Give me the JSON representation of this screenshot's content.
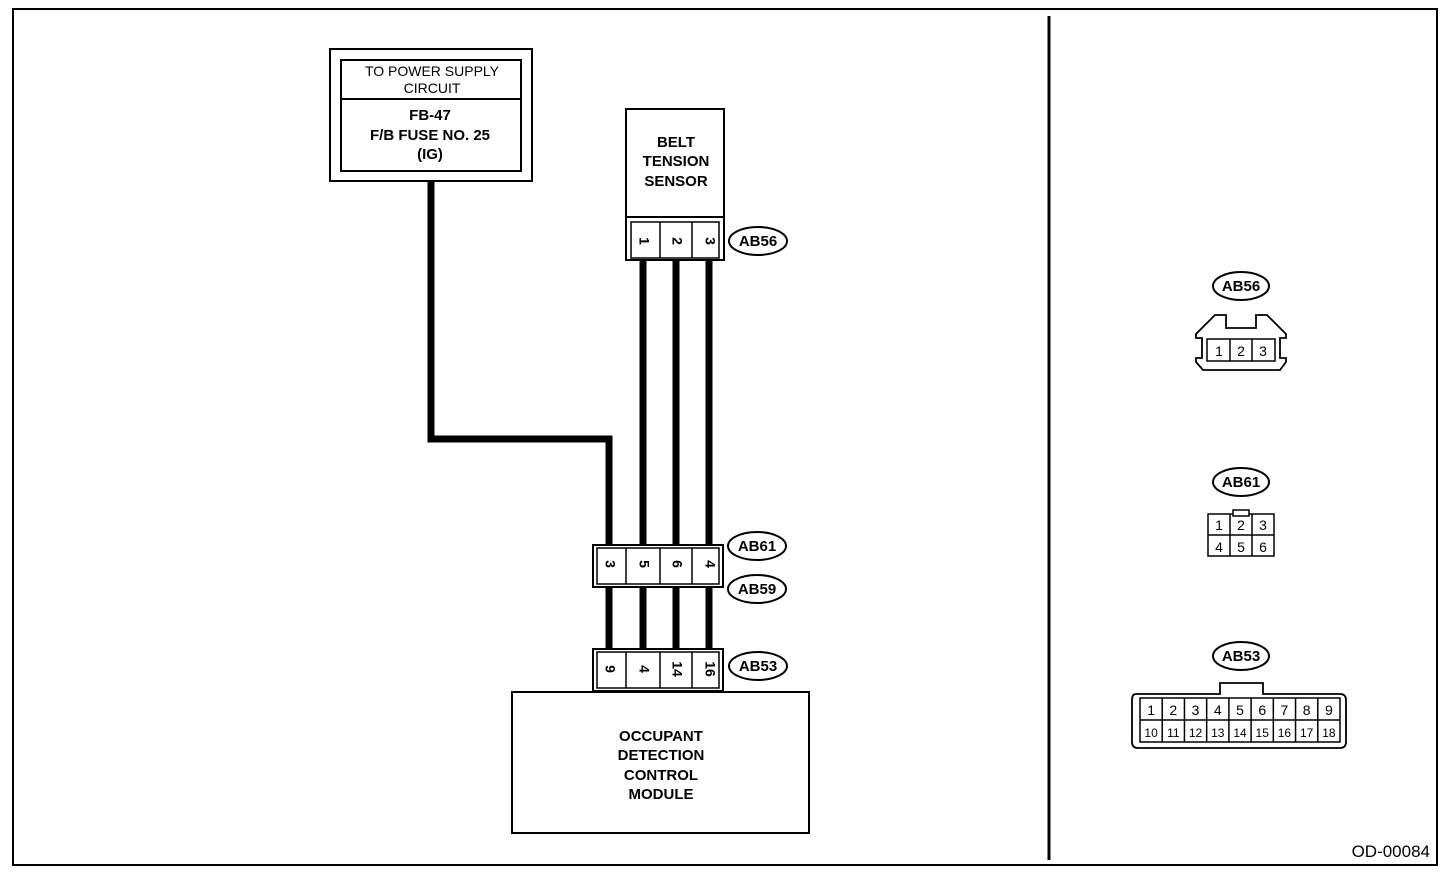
{
  "power_supply": {
    "header": "TO POWER SUPPLY CIRCUIT",
    "header_line1": "TO POWER SUPPLY",
    "header_line2": "CIRCUIT",
    "fuse_line1": "FB-47",
    "fuse_line2": "F/B FUSE NO. 25",
    "fuse_line3": "(IG)"
  },
  "sensor": {
    "line1": "BELT",
    "line2": "TENSION",
    "line3": "SENSOR",
    "connector": "AB56",
    "pins": [
      "1",
      "2",
      "3"
    ]
  },
  "junction": {
    "connector_top": "AB61",
    "connector_bottom": "AB59",
    "pins": [
      "3",
      "5",
      "6",
      "4"
    ]
  },
  "module": {
    "line1": "OCCUPANT",
    "line2": "DETECTION",
    "line3": "CONTROL",
    "line4": "MODULE",
    "connector": "AB53",
    "pins": [
      "9",
      "4",
      "14",
      "16"
    ]
  },
  "connector_views": {
    "ab56": {
      "label": "AB56",
      "pins": [
        "1",
        "2",
        "3"
      ]
    },
    "ab61": {
      "label": "AB61",
      "row1": [
        "1",
        "2",
        "3"
      ],
      "row2": [
        "4",
        "5",
        "6"
      ]
    },
    "ab53": {
      "label": "AB53",
      "row1": [
        "1",
        "2",
        "3",
        "4",
        "5",
        "6",
        "7",
        "8",
        "9"
      ],
      "row2": [
        "10",
        "11",
        "12",
        "13",
        "14",
        "15",
        "16",
        "17",
        "18"
      ]
    }
  },
  "figure_id": "OD-00084"
}
